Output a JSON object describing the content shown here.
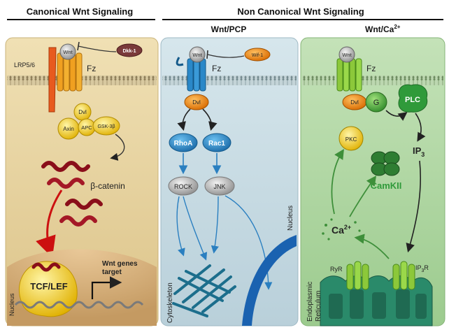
{
  "headers": {
    "canonical": "Canonical Wnt Signaling",
    "noncanonical": "Non Canonical Wnt Signaling",
    "pcp": "Wnt/PCP",
    "ca_prefix": "Wnt/Ca",
    "ca_sup": "2+"
  },
  "canonical": {
    "wnt": "Wnt",
    "dkk": "Dkk-1",
    "lrp": "LRP5/6",
    "fz": "Fz",
    "dvl": "Dvl",
    "axin": "Axin",
    "apc": "APC",
    "gsk": "GSK-3β",
    "beta_catenin": "β-catenin",
    "tcf": "TCF/LEF",
    "genes_line1": "Wnt genes",
    "genes_line2": "target",
    "nucleus": "Nucleus"
  },
  "pcp": {
    "wnt": "Wnt",
    "wif": "Wif-1",
    "fz": "Fz",
    "dvl": "Dvl",
    "rhoa": "RhoA",
    "rac1": "Rac1",
    "rock": "ROCK",
    "jnk": "JNK",
    "cytoskeleton": "Cytoskeleton",
    "nucleus": "Nucleus"
  },
  "ca": {
    "wnt": "Wnt",
    "fz": "Fz",
    "dvl": "Dvl",
    "g": "G",
    "plc": "PLC",
    "pkc": "PKC",
    "ip3": "IP",
    "ip3_sub": "3",
    "camkii": "CamKII",
    "ca_ion": "Ca",
    "ca_ion_sup": "2+",
    "ryr": "RyR",
    "ip3r": "IP",
    "ip3r_sub": "3",
    "ip3r_suffix": "R",
    "er_line1": "Endoplasmic",
    "er_line2": "Reticulum"
  },
  "colors": {
    "panel_canonical": "#e8d6a4",
    "panel_pcp": "#c7dbe3",
    "panel_ca": "#b4d6a8",
    "rhoa_rac1": "#2a88c8",
    "plc": "#2f9a3a",
    "camkii_text": "#2f9a3a"
  }
}
